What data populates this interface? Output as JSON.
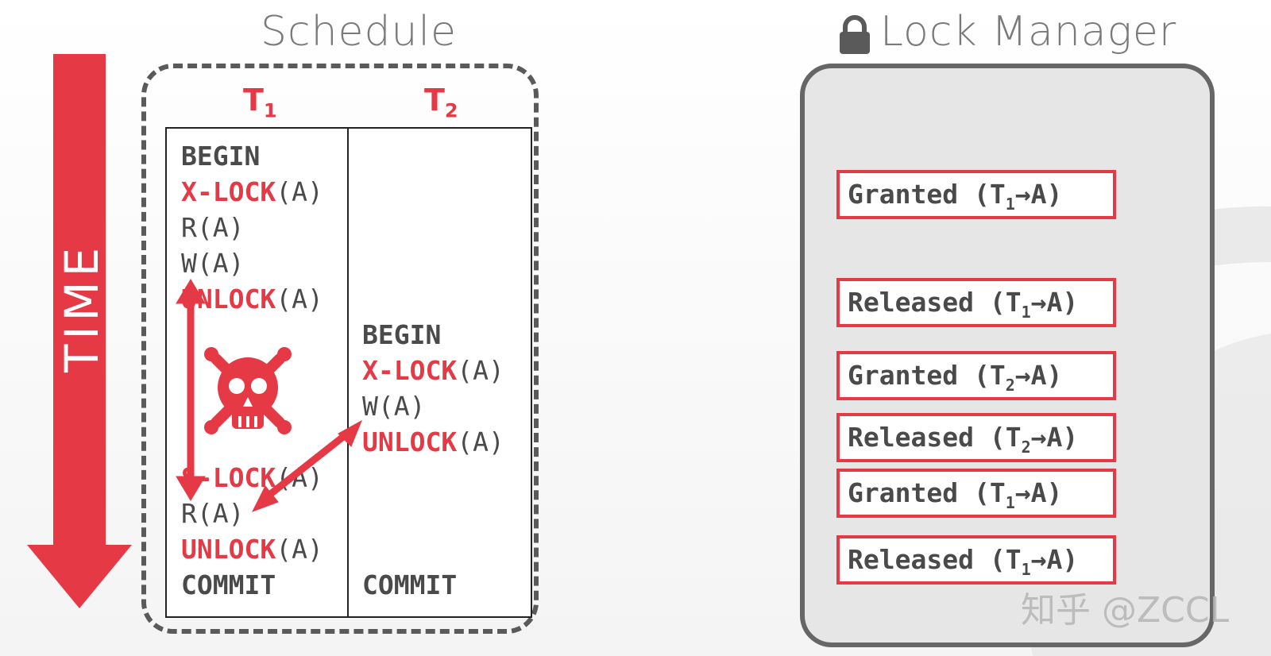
{
  "schedule": {
    "title": "Schedule",
    "t1": {
      "label": "T",
      "sub": "1"
    },
    "t2": {
      "label": "T",
      "sub": "2"
    },
    "t1_ops": [
      {
        "kw": "BEGIN",
        "arg": "",
        "style": "bold"
      },
      {
        "kw": "X-LOCK",
        "arg": "(A)",
        "style": "red"
      },
      {
        "kw": "R(A)",
        "arg": "",
        "style": "plain"
      },
      {
        "kw": "W(A)",
        "arg": "",
        "style": "plain"
      },
      {
        "kw": "UNLOCK",
        "arg": "(A)",
        "style": "red"
      },
      {
        "kw": "S-LOCK",
        "arg": "(A)",
        "style": "red"
      },
      {
        "kw": "R(A)",
        "arg": "",
        "style": "plain"
      },
      {
        "kw": "UNLOCK",
        "arg": "(A)",
        "style": "red"
      },
      {
        "kw": "COMMIT",
        "arg": "",
        "style": "bold"
      }
    ],
    "t2_ops": [
      {
        "kw": "BEGIN",
        "arg": "",
        "style": "bold"
      },
      {
        "kw": "X-LOCK",
        "arg": "(A)",
        "style": "red"
      },
      {
        "kw": "W(A)",
        "arg": "",
        "style": "plain"
      },
      {
        "kw": "UNLOCK",
        "arg": "(A)",
        "style": "red"
      },
      {
        "kw": "COMMIT",
        "arg": "",
        "style": "bold"
      }
    ]
  },
  "time_label": "TIME",
  "lock_manager": {
    "title": "Lock Manager",
    "icon": "lock-icon",
    "entries": [
      {
        "status": "Granted",
        "tx": "T",
        "sub": "1",
        "obj": "A"
      },
      {
        "status": "Released",
        "tx": "T",
        "sub": "1",
        "obj": "A"
      },
      {
        "status": "Granted",
        "tx": "T",
        "sub": "2",
        "obj": "A"
      },
      {
        "status": "Released",
        "tx": "T",
        "sub": "2",
        "obj": "A"
      },
      {
        "status": "Granted",
        "tx": "T",
        "sub": "1",
        "obj": "A"
      },
      {
        "status": "Released",
        "tx": "T",
        "sub": "1",
        "obj": "A"
      }
    ]
  },
  "watermark": "知乎 @ZCCL",
  "colors": {
    "accent": "#e63946",
    "text": "#4a4a4a",
    "frame": "#5a5a5a"
  }
}
